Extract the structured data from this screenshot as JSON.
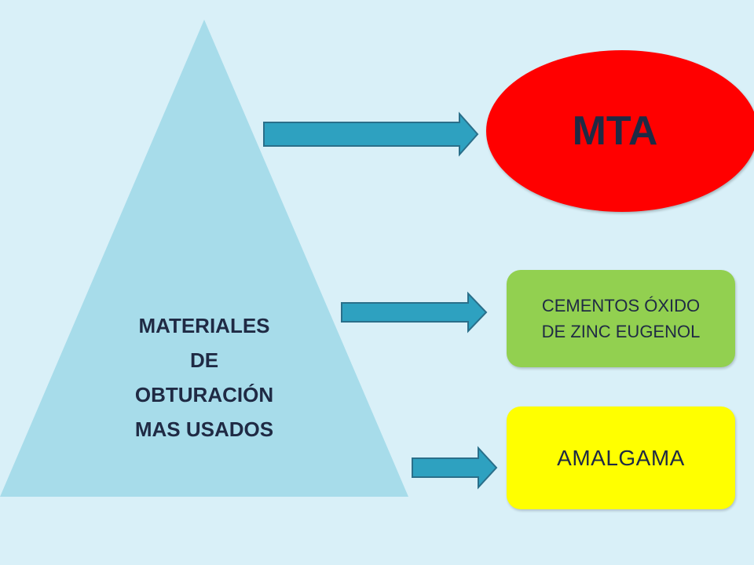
{
  "pyramid": {
    "label_lines": [
      "MATERIALES",
      "DE",
      "OBTURACIÓN",
      "MAS USADOS"
    ],
    "color": "#a7dcea"
  },
  "items": [
    {
      "label": "MTA",
      "color": "#ff0000"
    },
    {
      "label_lines": [
        "CEMENTOS ÓXIDO",
        "DE ZINC EUGENOL"
      ],
      "color": "#92d050"
    },
    {
      "label": "AMALGAMA",
      "color": "#ffff00"
    }
  ],
  "arrow_color": "#2ea1c0",
  "background_color": "#d9f0f8"
}
